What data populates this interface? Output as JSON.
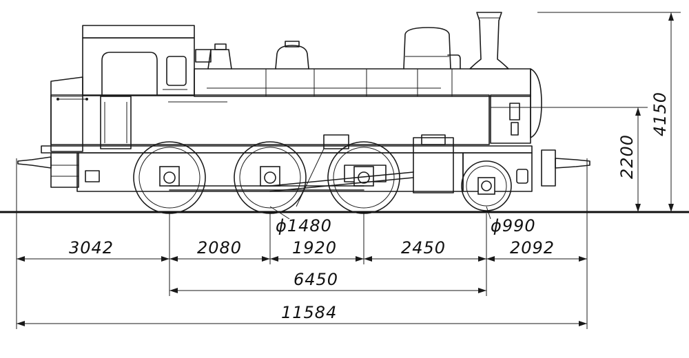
{
  "drawing": {
    "wheel_diameters": {
      "driving": "ϕ1480",
      "carrying": "ϕ990"
    },
    "horizontal_dimensions": {
      "front_overhang": "3042",
      "axle_spacing_1": "2080",
      "axle_spacing_2": "1920",
      "axle_spacing_3": "2450",
      "rear_overhang": "2092",
      "wheelbase": "6450",
      "overall_length": "11584"
    },
    "vertical_dimensions": {
      "boiler_axis_height": "2200",
      "overall_height": "4150"
    }
  }
}
